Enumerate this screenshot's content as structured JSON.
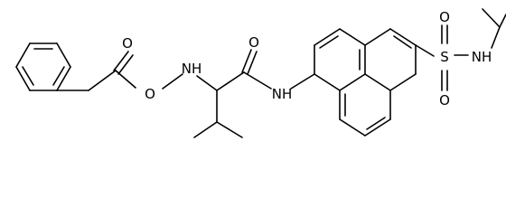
{
  "molecule": {
    "atoms": {
      "o_ester_carbonyl": "O",
      "o_ester_link": "O",
      "nh_hydroxylamine": "NH",
      "o_amide": "O",
      "nh_amide": "NH",
      "s_sulfonyl": "S",
      "o_sulfonyl_top": "O",
      "o_sulfonyl_bottom": "O",
      "nh_sulfonamide": "NH"
    }
  },
  "colors": {
    "bond": "#000000",
    "background": "#ffffff"
  }
}
